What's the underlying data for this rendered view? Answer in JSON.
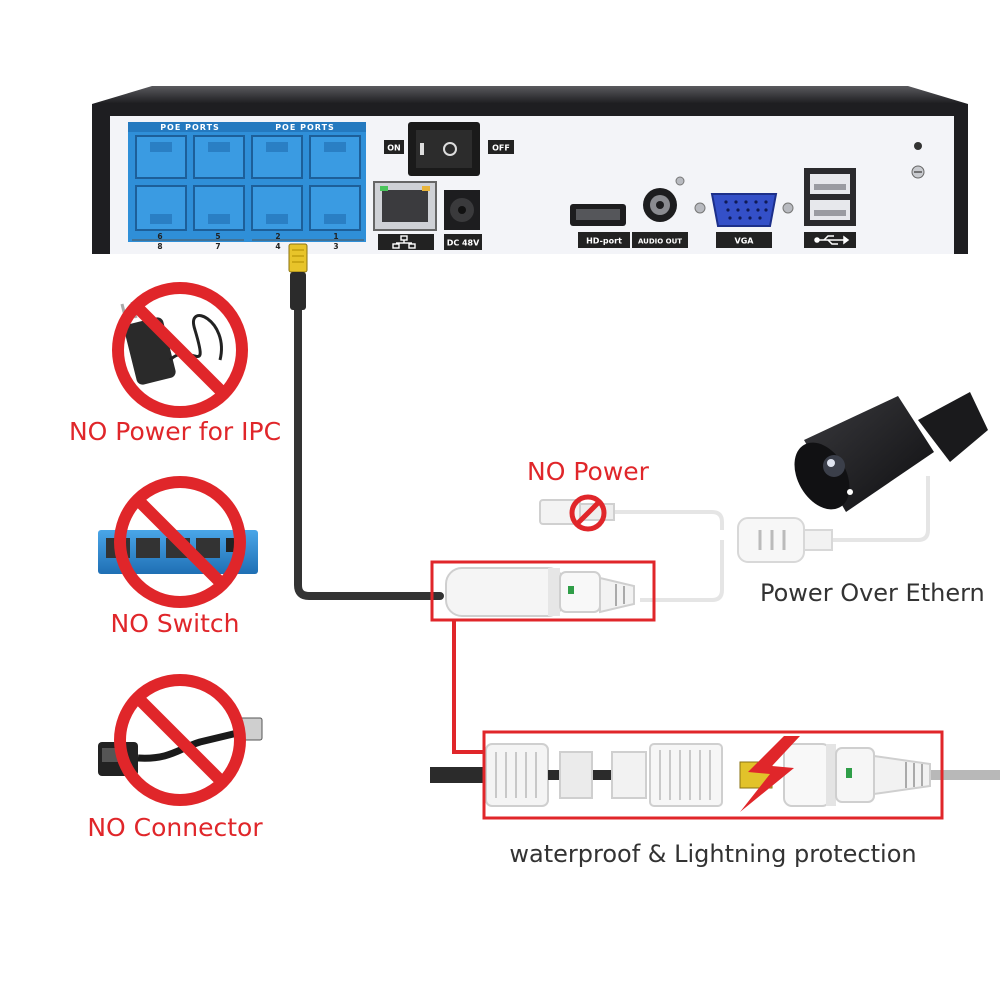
{
  "nvr": {
    "poe_ports_label_left": "POE PORTS",
    "poe_ports_label_right": "POE PORTS",
    "port_numbers_top": [
      "6",
      "5",
      "2",
      "1"
    ],
    "port_numbers_bottom": [
      "8",
      "7",
      "4",
      "3"
    ],
    "switch_on_label": "ON",
    "switch_off_label": "OFF",
    "dc_label": "DC 48V",
    "hdmi_label": "HD-port",
    "audio_label": "AUDIO OUT",
    "vga_label": "VGA"
  },
  "warnings": {
    "no_power_ipc": "NO Power for IPC",
    "no_switch": "NO Switch",
    "no_connector": "NO Connector"
  },
  "diagram": {
    "no_power_label": "NO Power",
    "poe_label": "Power Over Ethern",
    "waterproof_label": "waterproof & Lightning protection"
  },
  "colors": {
    "accent_red": "#e0262a",
    "poe_blue": "#2f8fd8",
    "nvr_body": "#f3f4f8",
    "cable_dark": "#333333"
  }
}
